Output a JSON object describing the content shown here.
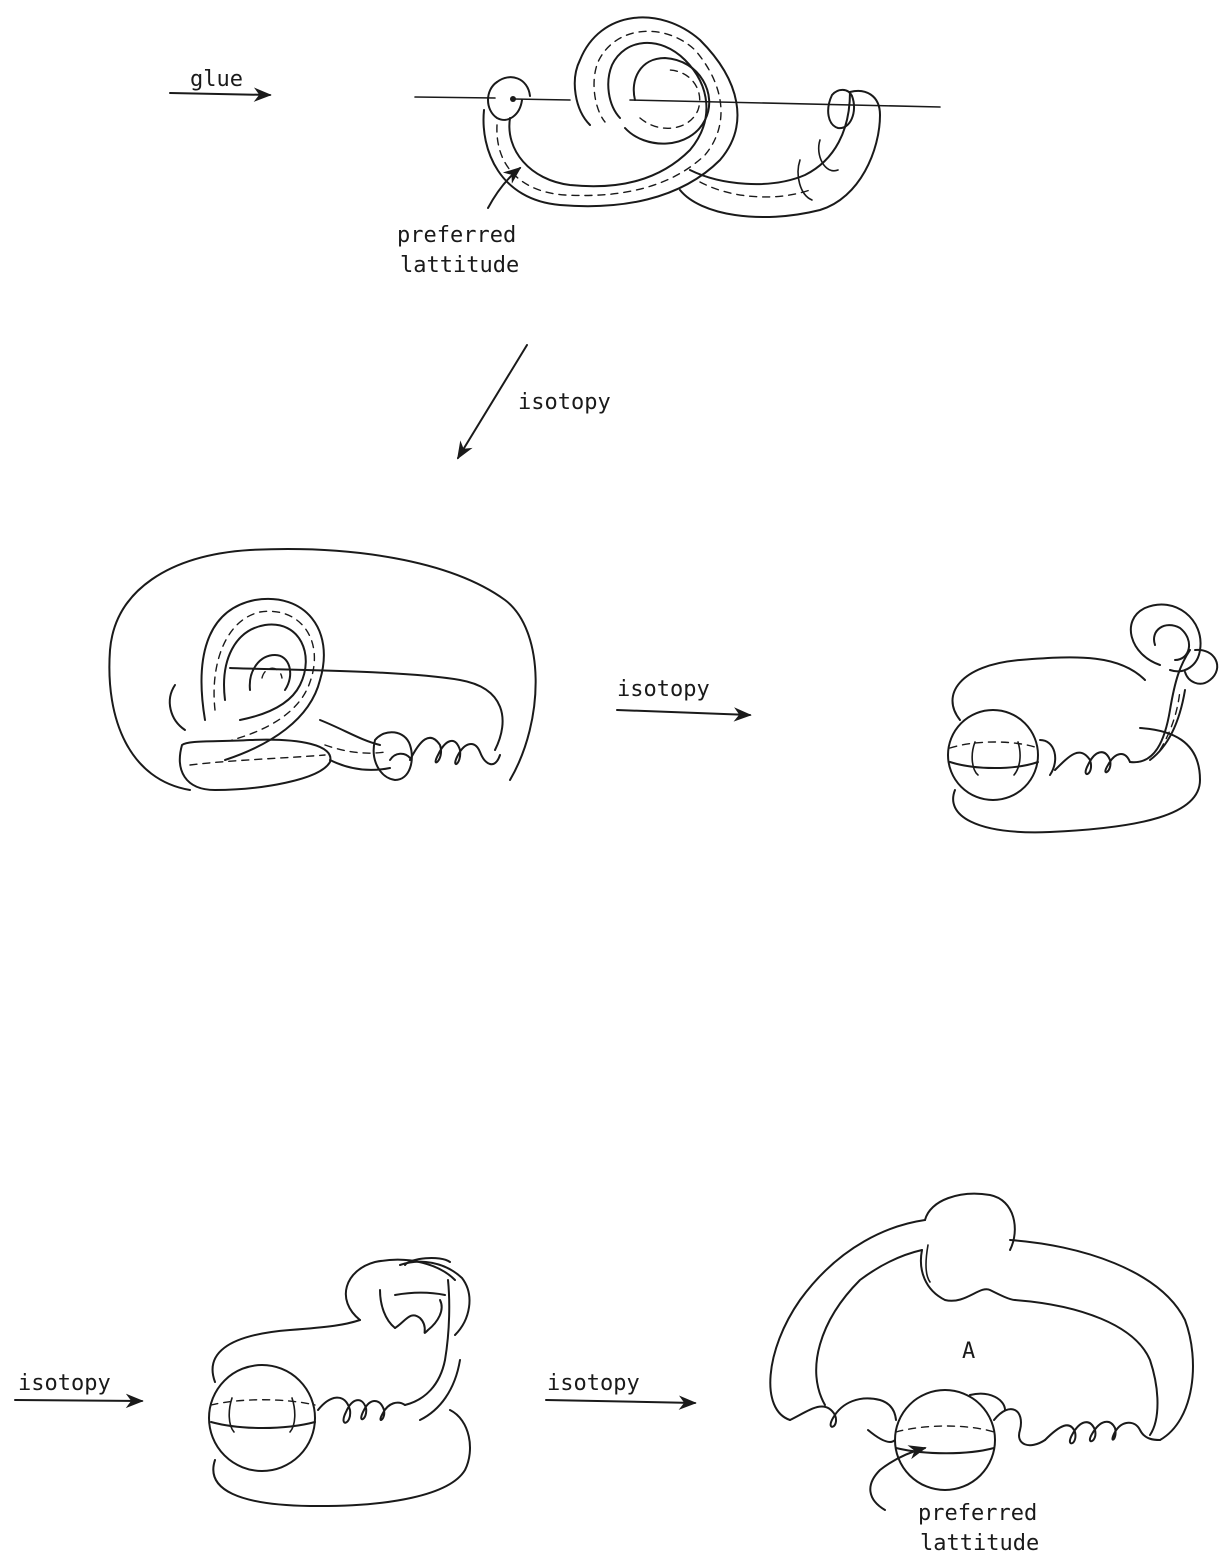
{
  "labels": {
    "glue": "glue",
    "isotopy_1": "isotopy",
    "isotopy_2": "isotopy",
    "isotopy_3": "isotopy",
    "isotopy_4": "isotopy",
    "preferred_1a": "preferred",
    "preferred_1b": "lattitude",
    "preferred_2a": "preferred",
    "preferred_2b": "lattitude",
    "point_a": "A"
  },
  "colors": {
    "ink": "#1a1a1a",
    "paper": "#ffffff"
  }
}
